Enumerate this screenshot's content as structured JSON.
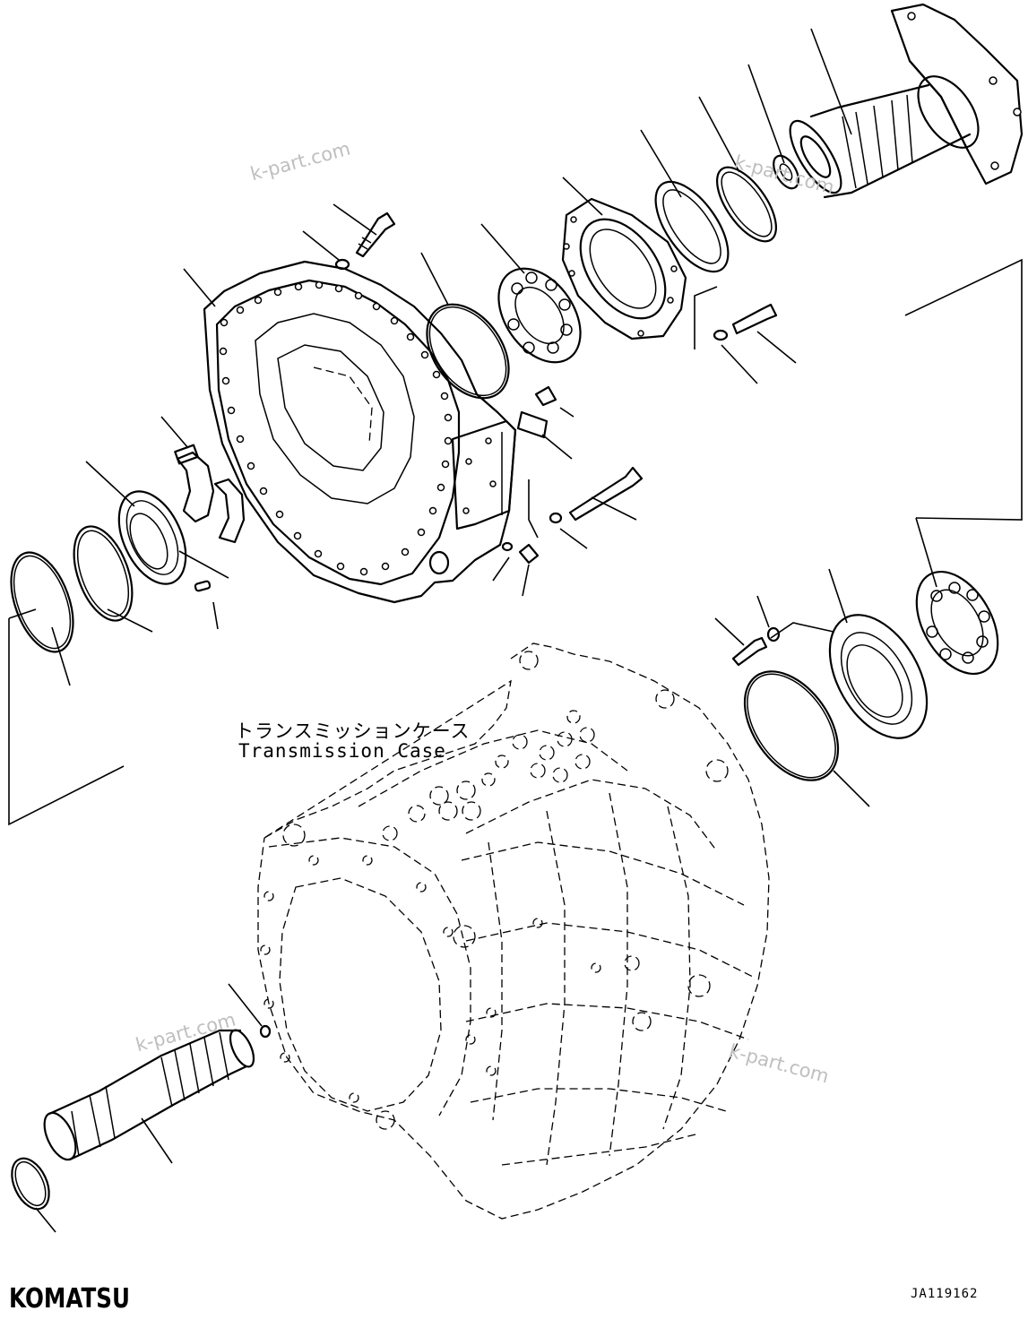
{
  "case_label": {
    "japanese": "トランスミッションケース",
    "english": "Transmission Case"
  },
  "watermarks": [
    "k-part.com",
    "k-part.com",
    "k-part.com",
    "k-part.com"
  ],
  "brand": "KOMATSU",
  "drawing_code": "JA119162"
}
